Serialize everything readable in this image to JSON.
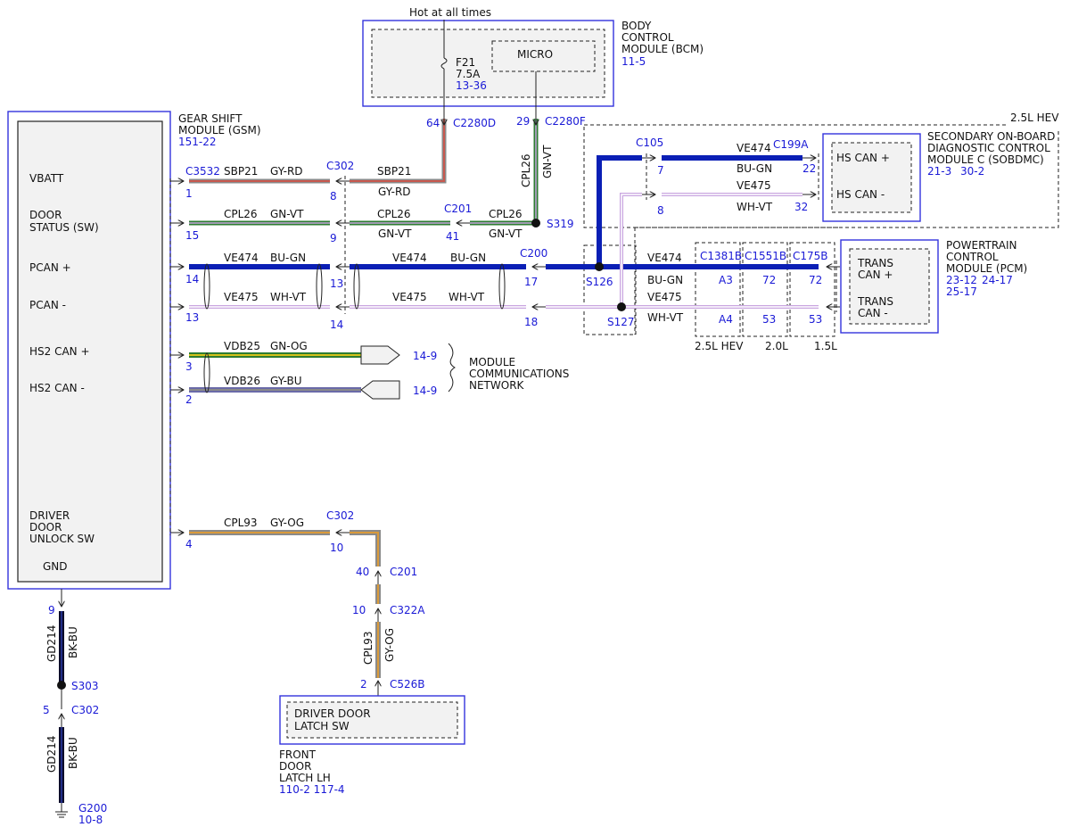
{
  "gsm": {
    "title": [
      "GEAR SHIFT",
      "MODULE (GSM)"
    ],
    "ref": "151-22",
    "pins": [
      "VBATT",
      "DOOR",
      "STATUS (SW)",
      "PCAN +",
      "PCAN -",
      "HS2 CAN +",
      "HS2 CAN -",
      "DRIVER",
      "DOOR",
      "UNLOCK SW",
      "GND"
    ]
  },
  "bcm": {
    "title": [
      "BODY",
      "CONTROL",
      "MODULE (BCM)"
    ],
    "ref": "11-5",
    "hot": "Hot at all times",
    "fuse": "F21",
    "fuse_rating": "7.5A",
    "fuse_ref": "13-36",
    "micro": "MICRO"
  },
  "sobdmc": {
    "title": [
      "SECONDARY ON-BOARD",
      "DIAGNOSTIC CONTROL",
      "MODULE C (SOBDMC)"
    ],
    "ref1": "21-3",
    "ref2": "30-2",
    "pin_plus": "HS CAN +",
    "pin_minus": "HS CAN -",
    "variant": "2.5L HEV"
  },
  "pcm": {
    "title": [
      "POWERTRAIN",
      "CONTROL",
      "MODULE (PCM)"
    ],
    "ref1": "23-12",
    "ref2": "24-17",
    "ref3": "25-17",
    "pin_plus": [
      "TRANS",
      "CAN +"
    ],
    "pin_minus": [
      "TRANS",
      "CAN -"
    ],
    "variants": [
      "2.5L HEV",
      "2.0L",
      "1.5L"
    ]
  },
  "mcn": {
    "ref1": "14-9",
    "ref2": "14-9",
    "label": [
      "MODULE",
      "COMMUNICATIONS",
      "NETWORK"
    ]
  },
  "latch": {
    "inner": [
      "DRIVER DOOR",
      "LATCH SW"
    ],
    "title": [
      "FRONT",
      "DOOR",
      "LATCH LH"
    ],
    "ref": "110-2 117-4"
  },
  "wires": {
    "sbp21": "SBP21",
    "gy_rd": "GY-RD",
    "cpl26": "CPL26",
    "gn_vt": "GN-VT",
    "ve474": "VE474",
    "bu_gn": "BU-GN",
    "ve475": "VE475",
    "wh_vt": "WH-VT",
    "vdb25": "VDB25",
    "gn_og": "GN-OG",
    "vdb26": "VDB26",
    "gy_bu": "GY-BU",
    "cpl93": "CPL93",
    "gy_og": "GY-OG",
    "gd214": "GD214",
    "bk_bu": "BK-BU"
  },
  "connectors": {
    "c3532": "C3532",
    "c302": "C302",
    "c201": "C201",
    "c200": "C200",
    "c2280d": "C2280D",
    "c2280f": "C2280F",
    "c105": "C105",
    "c199a": "C199A",
    "c1381b": "C1381B",
    "c1551b": "C1551B",
    "c175b": "C175B",
    "c322a": "C322A",
    "c526b": "C526B"
  },
  "splices": {
    "s319": "S319",
    "s126": "S126",
    "s127": "S127",
    "s303": "S303"
  },
  "ground": {
    "name": "G200",
    "ref": "10-8"
  },
  "pins": {
    "p1": "1",
    "p15": "15",
    "p14": "14",
    "p13": "13",
    "p3": "3",
    "p2": "2",
    "p4": "4",
    "p8": "8",
    "p9": "9",
    "p13b": "13",
    "p14b": "14",
    "p10": "10",
    "p41": "41",
    "p17": "17",
    "p18": "18",
    "p64": "64",
    "p29": "29",
    "p7": "7",
    "p8b": "8",
    "p22": "22",
    "p32": "32",
    "pA3": "A3",
    "pA4": "A4",
    "p72a": "72",
    "p53a": "53",
    "p72b": "72",
    "p53b": "53",
    "p40": "40",
    "p10b": "10",
    "p2b": "2",
    "p9g": "9",
    "p5g": "5"
  },
  "colors": {
    "blue": "#1a1ad6",
    "box": "#3333dd",
    "red": "#c9594f",
    "green": "#2e7d32",
    "dark_blue": "#0a1fb5",
    "pink": "#f2c6e6",
    "yellow": "#d4c21a",
    "gray": "#8a8a8a",
    "orange": "#d99a3b",
    "black": "#0b0b2b"
  }
}
